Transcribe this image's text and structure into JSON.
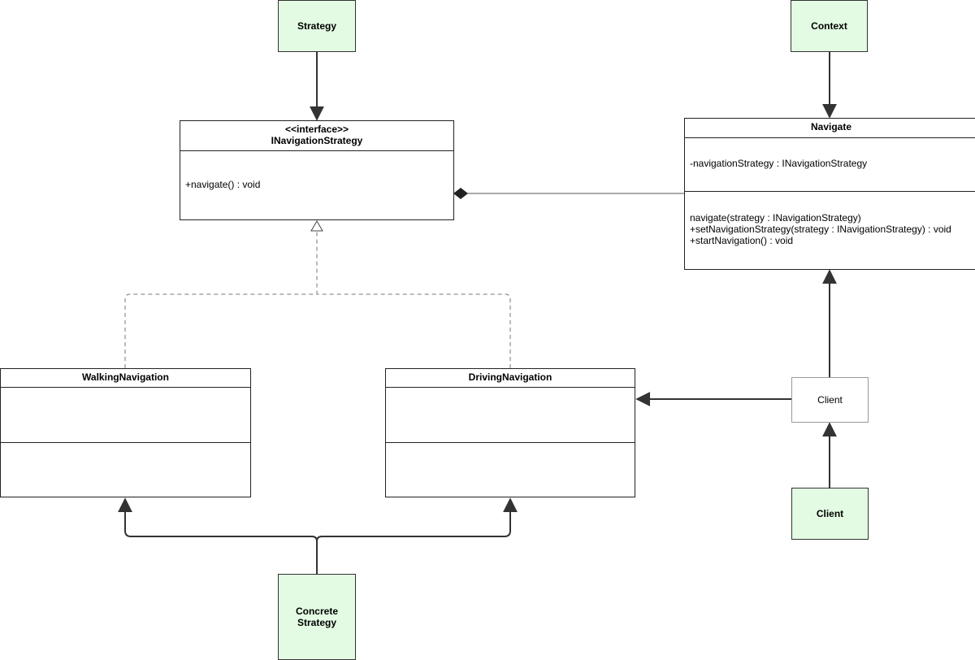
{
  "notes": {
    "strategy": "Strategy",
    "context": "Context",
    "client": "Client",
    "concrete_line1": "Concrete",
    "concrete_line2": "Strategy"
  },
  "interface_class": {
    "stereotype": "<<interface>>",
    "name": "INavigationStrategy",
    "operations": [
      "+navigate() : void"
    ]
  },
  "navigate_class": {
    "name": "Navigate",
    "attributes": [
      "-navigationStrategy : INavigationStrategy"
    ],
    "operations": [
      "navigate(strategy : INavigationStrategy)",
      "+setNavigationStrategy(strategy : INavigationStrategy) : void",
      "+startNavigation() : void"
    ]
  },
  "walking_class": {
    "name": "WalkingNavigation"
  },
  "driving_class": {
    "name": "DrivingNavigation"
  },
  "client_box": {
    "label": "Client"
  },
  "colors": {
    "note_fill": "#e3fbe3",
    "line": "#333333",
    "dashed": "#777777"
  }
}
